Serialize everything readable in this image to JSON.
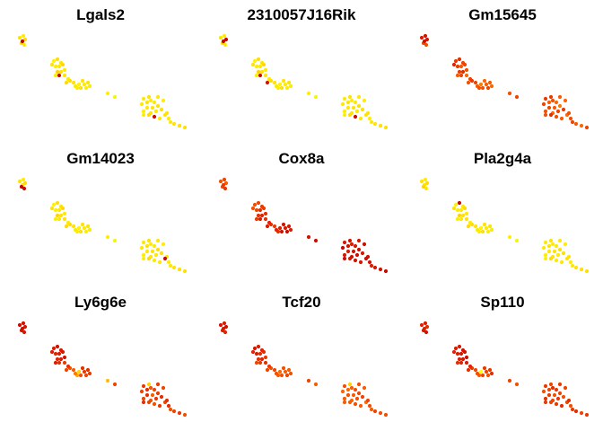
{
  "chart_data": {
    "type": "scatter",
    "layout": "3x3 grid of small multiples sharing the same point layout",
    "color_scale": [
      "#ffff00",
      "#ff6a00",
      "#e02000",
      "#c00000"
    ],
    "grid": false,
    "axes_visible": false,
    "panels": [
      {
        "title": "Lgals2",
        "levels": [
          0.06,
          0.04,
          0.08,
          0.95,
          0.1,
          0.05,
          0.03,
          0.07,
          0.06,
          0.05,
          0.04,
          0.06,
          0.08,
          0.05,
          0.07,
          0.1,
          0.85,
          0.04,
          0.06,
          0.05,
          0.08,
          0.07,
          0.06,
          0.05,
          0.04,
          0.03,
          0.06,
          0.05,
          0.04,
          0.07,
          0.06,
          0.05,
          0.04,
          0.03,
          0.05,
          0.06,
          0.04,
          0.05,
          0.07,
          0.06,
          0.05,
          0.04,
          0.06,
          0.05,
          0.07,
          0.08,
          0.9,
          0.05,
          0.06,
          0.04,
          0.05,
          0.06,
          0.07,
          0.04,
          0.05,
          0.06,
          0.05,
          0.04,
          0.06,
          0.07
        ]
      },
      {
        "title": "2310057J16Rik",
        "levels": [
          0.06,
          0.04,
          0.9,
          0.95,
          0.1,
          0.05,
          0.03,
          0.07,
          0.06,
          0.05,
          0.04,
          0.06,
          0.08,
          0.05,
          0.07,
          0.1,
          0.85,
          0.04,
          0.06,
          0.05,
          0.8,
          0.07,
          0.06,
          0.05,
          0.04,
          0.03,
          0.06,
          0.05,
          0.04,
          0.07,
          0.06,
          0.05,
          0.04,
          0.03,
          0.05,
          0.06,
          0.04,
          0.05,
          0.07,
          0.06,
          0.05,
          0.04,
          0.06,
          0.05,
          0.07,
          0.08,
          0.9,
          0.05,
          0.06,
          0.04,
          0.05,
          0.06,
          0.07,
          0.04,
          0.05,
          0.06,
          0.05,
          0.04,
          0.06,
          0.07
        ]
      },
      {
        "title": "Gm15645",
        "levels": [
          0.7,
          0.8,
          0.75,
          0.85,
          0.5,
          0.45,
          0.55,
          0.6,
          0.5,
          0.4,
          0.55,
          0.65,
          0.5,
          0.45,
          0.6,
          0.55,
          0.5,
          0.4,
          0.35,
          0.5,
          0.45,
          0.55,
          0.5,
          0.4,
          0.45,
          0.3,
          0.35,
          0.4,
          0.5,
          0.45,
          0.4,
          0.35,
          0.45,
          0.5,
          0.55,
          0.4,
          0.45,
          0.35,
          0.3,
          0.4,
          0.5,
          0.45,
          0.35,
          0.5,
          0.55,
          0.6,
          0.45,
          0.4,
          0.35,
          0.45,
          0.5,
          0.4,
          0.35,
          0.45,
          0.5,
          0.55,
          0.4,
          0.35,
          0.45,
          0.5
        ]
      },
      {
        "title": "Gm14023",
        "levels": [
          0.06,
          0.04,
          0.08,
          0.05,
          0.9,
          0.85,
          0.03,
          0.07,
          0.06,
          0.05,
          0.04,
          0.06,
          0.08,
          0.05,
          0.07,
          0.1,
          0.05,
          0.04,
          0.06,
          0.05,
          0.08,
          0.07,
          0.06,
          0.05,
          0.04,
          0.03,
          0.06,
          0.05,
          0.04,
          0.07,
          0.06,
          0.05,
          0.04,
          0.03,
          0.05,
          0.06,
          0.04,
          0.05,
          0.07,
          0.06,
          0.05,
          0.04,
          0.06,
          0.05,
          0.07,
          0.08,
          0.05,
          0.05,
          0.9,
          0.04,
          0.05,
          0.06,
          0.07,
          0.04,
          0.05,
          0.06,
          0.05,
          0.04,
          0.06,
          0.07
        ]
      },
      {
        "title": "Cox8a",
        "levels": [
          0.45,
          0.5,
          0.4,
          0.55,
          0.5,
          0.55,
          0.45,
          0.5,
          0.55,
          0.6,
          0.5,
          0.45,
          0.55,
          0.6,
          0.65,
          0.6,
          0.7,
          0.55,
          0.6,
          0.65,
          0.7,
          0.6,
          0.55,
          0.65,
          0.6,
          0.7,
          0.8,
          0.75,
          0.85,
          0.8,
          0.75,
          0.7,
          0.8,
          0.85,
          0.75,
          0.8,
          0.7,
          0.75,
          0.85,
          0.8,
          0.7,
          0.75,
          0.8,
          0.85,
          0.75,
          0.7,
          0.8,
          0.75,
          0.85,
          0.8,
          0.7,
          0.75,
          0.8,
          0.85,
          0.9,
          0.8,
          0.75,
          0.85,
          0.8,
          0.9
        ]
      },
      {
        "title": "Pla2g4a",
        "levels": [
          0.06,
          0.04,
          0.08,
          0.05,
          0.1,
          0.05,
          0.03,
          0.9,
          0.06,
          0.05,
          0.04,
          0.06,
          0.08,
          0.05,
          0.07,
          0.1,
          0.05,
          0.04,
          0.06,
          0.05,
          0.08,
          0.07,
          0.06,
          0.05,
          0.04,
          0.03,
          0.06,
          0.05,
          0.04,
          0.07,
          0.06,
          0.05,
          0.04,
          0.03,
          0.05,
          0.06,
          0.04,
          0.05,
          0.07,
          0.06,
          0.05,
          0.04,
          0.06,
          0.05,
          0.07,
          0.08,
          0.05,
          0.05,
          0.06,
          0.04,
          0.05,
          0.06,
          0.07,
          0.04,
          0.05,
          0.06,
          0.05,
          0.04,
          0.06,
          0.07
        ]
      },
      {
        "title": "Ly6g6e",
        "levels": [
          0.85,
          0.8,
          0.75,
          0.85,
          0.8,
          0.75,
          0.7,
          0.8,
          0.75,
          0.7,
          0.65,
          0.7,
          0.75,
          0.8,
          0.7,
          0.65,
          0.6,
          0.7,
          0.55,
          0.6,
          0.5,
          0.45,
          0.4,
          0.3,
          0.2,
          0.1,
          0.6,
          0.55,
          0.5,
          0.45,
          0.6,
          0.55,
          0.15,
          0.5,
          0.55,
          0.6,
          0.45,
          0.5,
          0.55,
          0.4,
          0.6,
          0.5,
          0.45,
          0.55,
          0.6,
          0.5,
          0.45,
          0.55,
          0.5,
          0.6,
          0.45,
          0.5,
          0.55,
          0.6,
          0.5,
          0.1,
          0.55,
          0.5,
          0.6,
          0.45
        ]
      },
      {
        "title": "Tcf20",
        "levels": [
          0.75,
          0.7,
          0.8,
          0.75,
          0.7,
          0.65,
          0.75,
          0.7,
          0.65,
          0.6,
          0.7,
          0.65,
          0.6,
          0.55,
          0.65,
          0.6,
          0.55,
          0.5,
          0.6,
          0.55,
          0.5,
          0.45,
          0.5,
          0.45,
          0.4,
          0.35,
          0.45,
          0.4,
          0.5,
          0.45,
          0.4,
          0.45,
          0.5,
          0.4,
          0.45,
          0.35,
          0.4,
          0.45,
          0.5,
          0.4,
          0.45,
          0.4,
          0.35,
          0.45,
          0.5,
          0.4,
          0.45,
          0.4,
          0.35,
          0.45,
          0.4,
          0.5,
          0.45,
          0.4,
          0.35,
          0.1,
          0.45,
          0.4,
          0.5,
          0.45
        ]
      },
      {
        "title": "Sp110",
        "levels": [
          0.65,
          0.7,
          0.6,
          0.65,
          0.75,
          0.8,
          0.7,
          0.75,
          0.8,
          0.75,
          0.7,
          0.65,
          0.8,
          0.85,
          0.75,
          0.7,
          0.65,
          0.6,
          0.7,
          0.65,
          0.6,
          0.55,
          0.5,
          0.45,
          0.4,
          0.0,
          0.55,
          0.5,
          0.45,
          0.5,
          0.55,
          0.6,
          0.5,
          0.45,
          0.55,
          0.5,
          0.6,
          0.55,
          0.5,
          0.45,
          0.55,
          0.6,
          0.5,
          0.55,
          0.45,
          0.5,
          0.55,
          0.6,
          0.5,
          0.45,
          0.55,
          0.6,
          0.5,
          0.55,
          0.45,
          0.5,
          0.55,
          0.5,
          0.6,
          0.55
        ]
      }
    ]
  }
}
